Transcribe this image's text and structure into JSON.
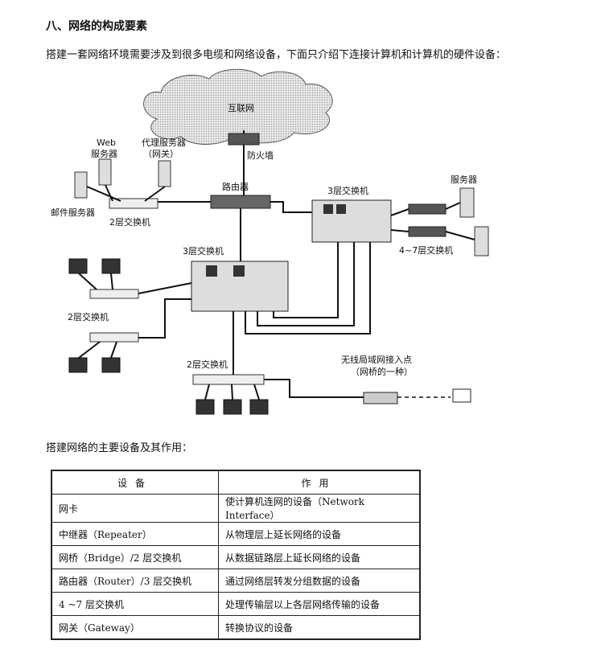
{
  "heading": "八、网络的构成要素",
  "intro": "搭建一套网络环境需要涉及到很多电缆和网络设备，下面只介绍下连接计算机和计算机的硬件设备：",
  "diagram": {
    "internet": "互联网",
    "firewall": "防火墙",
    "web_server_1": "Web",
    "web_server_2": "服务器",
    "proxy_1": "代理服务器",
    "proxy_2": "（网关）",
    "mail_server": "邮件服务器",
    "switch_l2_top": "2层交换机",
    "router": "路由器",
    "switch_l3_right": "3层交换机",
    "servers": "服务器",
    "switch_l47": "4~7层交换机",
    "switch_l3_center": "3层交换机",
    "switch_l2_left": "2层交换机",
    "switch_l2_bottom": "2层交换机",
    "wireless_1": "无线局域网接入点",
    "wireless_2": "（网桥的一种）"
  },
  "subhead": "搭建网络的主要设备及其作用：",
  "table": {
    "headers": [
      "设备",
      "作用"
    ],
    "rows": [
      [
        "网卡",
        "使计算机连网的设备（Network Interface）"
      ],
      [
        "中继器（Repeater）",
        "从物理层上延长网络的设备"
      ],
      [
        "网桥（Bridge）/2 层交换机",
        "从数据链路层上延长网络的设备"
      ],
      [
        "路由器（Router）/3 层交换机",
        "通过网络层转发分组数据的设备"
      ],
      [
        "4 ~7 层交换机",
        "处理传输层以上各层网络传输的设备"
      ],
      [
        "网关（Gateway）",
        "转换协议的设备"
      ]
    ]
  }
}
